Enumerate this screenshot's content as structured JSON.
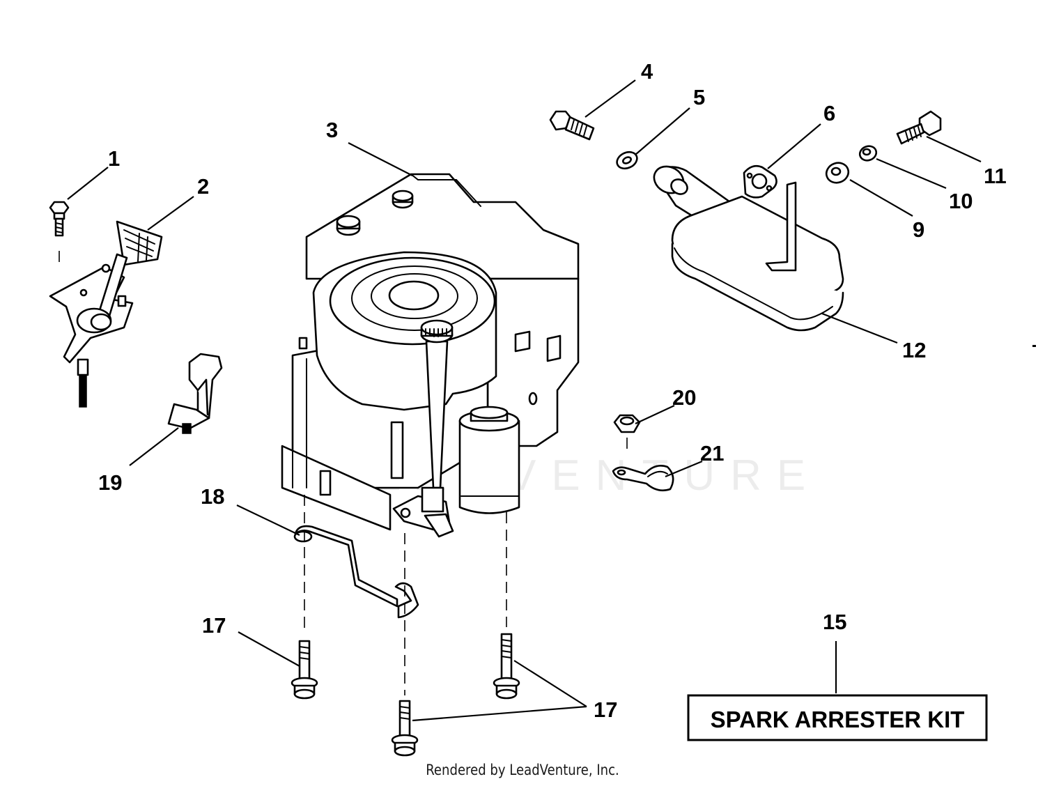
{
  "callouts": {
    "c1": "1",
    "c2": "2",
    "c3": "3",
    "c4": "4",
    "c5": "5",
    "c6": "6",
    "c9": "9",
    "c10": "10",
    "c11": "11",
    "c12": "12",
    "c15": "15",
    "c17a": "17",
    "c17b": "17",
    "c18": "18",
    "c19": "19",
    "c20": "20",
    "c21": "21"
  },
  "kit": {
    "label": "SPARK ARRESTER KIT"
  },
  "watermark": {
    "text": "LEADVENTURE"
  },
  "footer": {
    "text": "Rendered by LeadVenture, Inc."
  }
}
